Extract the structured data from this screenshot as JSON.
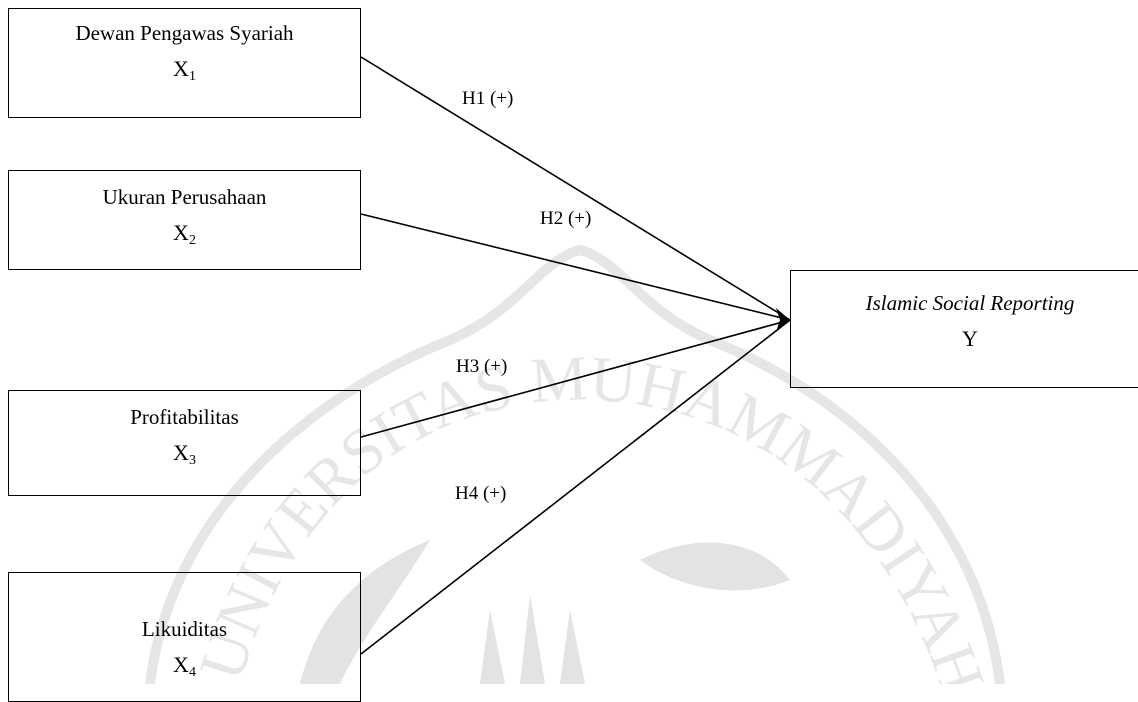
{
  "diagram": {
    "independent_variables": [
      {
        "name": "Dewan Pengawas Syariah",
        "symbol": "X",
        "subscript": "1"
      },
      {
        "name": "Ukuran Perusahaan",
        "symbol": "X",
        "subscript": "2"
      },
      {
        "name": "Profitabilitas",
        "symbol": "X",
        "subscript": "3"
      },
      {
        "name": "Likuiditas",
        "symbol": "X",
        "subscript": "4"
      }
    ],
    "dependent_variable": {
      "name": "Islamic Social Reporting",
      "symbol": "Y"
    },
    "hypotheses": [
      {
        "label": "H1 (+)",
        "from": "X1",
        "to": "Y"
      },
      {
        "label": "H2 (+)",
        "from": "X2",
        "to": "Y"
      },
      {
        "label": "H3 (+)",
        "from": "X3",
        "to": "Y"
      },
      {
        "label": "H4 (+)",
        "from": "X4",
        "to": "Y"
      }
    ]
  },
  "watermark": {
    "text": "UNIVERSITAS MUHAMMADIYAH",
    "color": "#d9d9d9"
  }
}
